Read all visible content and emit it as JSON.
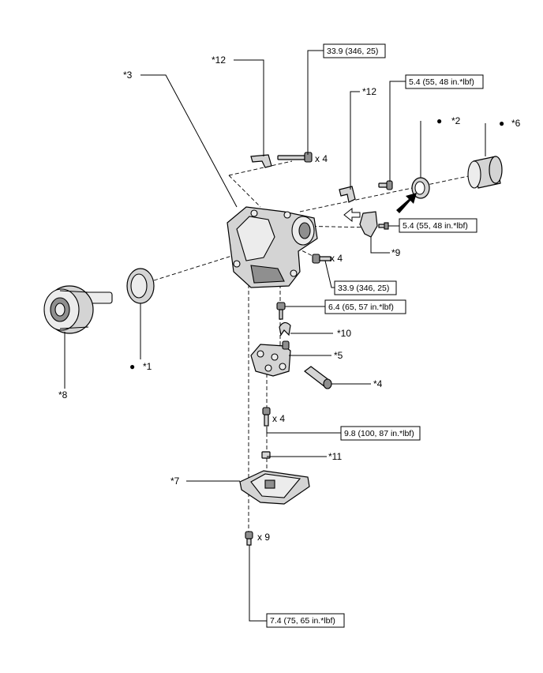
{
  "callouts": {
    "c1": "*1",
    "c2": "*2",
    "c3": "*3",
    "c4": "*4",
    "c5": "*5",
    "c6": "*6",
    "c7": "*7",
    "c8": "*8",
    "c9": "*9",
    "c10": "*10",
    "c11": "*11",
    "c12a": "*12",
    "c12b": "*12"
  },
  "torques": {
    "t_top": "33.9 (346, 25)",
    "t_bracket": "5.4 (55, 48 in.*lbf)",
    "t_sensor": "5.4 (55, 48 in.*lbf)",
    "t_side": "33.9 (346, 25)",
    "t_valve_top": "6.4 (65, 57 in.*lbf)",
    "t_valve_bolts": "9.8 (100, 87 in.*lbf)",
    "t_pan": "7.4 (75, 65 in.*lbf)"
  },
  "quantities": {
    "q_top": "x 4",
    "q_side": "x 4",
    "q_valve": "x 4",
    "q_pan": "x 9"
  },
  "markers": {
    "bullet": "●"
  }
}
